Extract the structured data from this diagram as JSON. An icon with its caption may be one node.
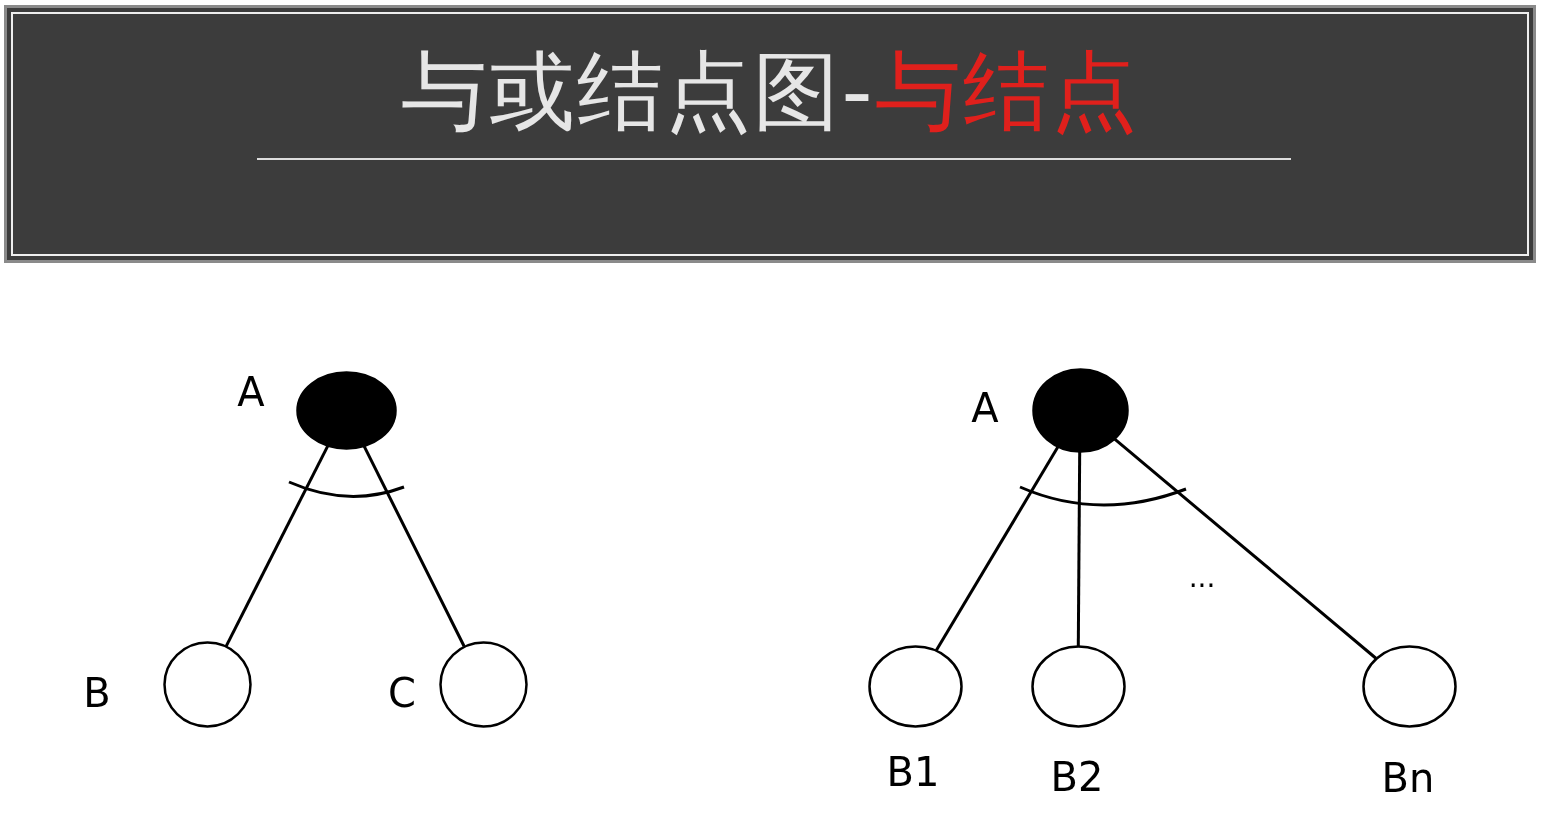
{
  "diagram": {
    "title": "与或结点图-**与结点**",
    "nodes": [
      {
        "text": [],
        "shape": "circle",
        "beside": [
          "A"
        ]
      },
      {
        "text": [],
        "shape": "circle",
        "beside": [
          "B"
        ]
      },
      {
        "text": [],
        "shape": "circle",
        "beside": [
          "C"
        ]
      },
      {
        "text": [],
        "shape": "circle",
        "beside": [
          "A"
        ]
      },
      {
        "text": [],
        "shape": "circle",
        "beside": [
          "B1"
        ]
      },
      {
        "text": [],
        "shape": "circle",
        "beside": [
          "B2"
        ]
      },
      {
        "text": [],
        "shape": "circle",
        "beside": [
          "Bn"
        ]
      }
    ],
    "edges": [
      {
        "from": 0,
        "to": 1,
        "arrow": "none"
      },
      {
        "from": 0,
        "to": 2,
        "arrow": "none"
      },
      {
        "from": 3,
        "to": 4,
        "arrow": "none"
      },
      {
        "from": 3,
        "to": 5,
        "arrow": "none"
      },
      {
        "from": 3,
        "to": 6,
        "arrow": "none"
      }
    ],
    "labels": [
      "..."
    ]
  }
}
